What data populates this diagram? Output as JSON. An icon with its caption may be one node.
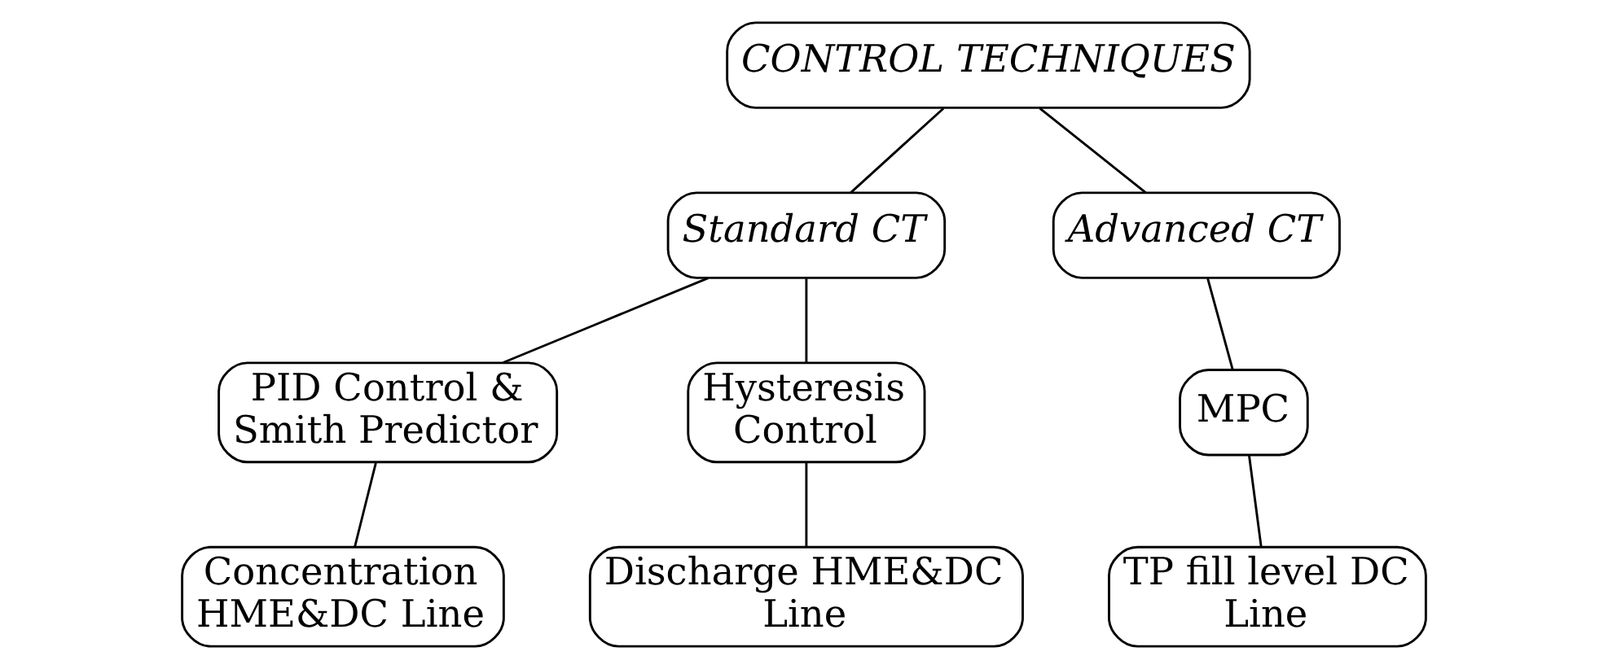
{
  "diagram": {
    "nodes": [
      {
        "text": [
          "CONTROL TECHNIQUES"
        ]
      },
      {
        "text": [
          "Standard CT"
        ]
      },
      {
        "text": [
          "Advanced CT"
        ]
      },
      {
        "text": [
          "PID Control & Smith Predictor"
        ]
      },
      {
        "text": [
          "Hysteresis Control"
        ]
      },
      {
        "text": [
          "MPC"
        ]
      },
      {
        "text": [
          "Concentration HME&DC Line"
        ]
      },
      {
        "text": [
          "Discharge HME&DC Line"
        ]
      },
      {
        "text": [
          "TP fill level DC Line"
        ]
      }
    ],
    "edges": [
      {
        "from": 0,
        "to": 1,
        "arrow": "none"
      },
      {
        "from": 0,
        "to": 2,
        "arrow": "none"
      },
      {
        "from": 1,
        "to": 3,
        "arrow": "none"
      },
      {
        "from": 1,
        "to": 4,
        "arrow": "none"
      },
      {
        "from": 2,
        "to": 5,
        "arrow": "none"
      },
      {
        "from": 3,
        "to": 6,
        "arrow": "none"
      },
      {
        "from": 4,
        "to": 7,
        "arrow": "none"
      },
      {
        "from": 5,
        "to": 8,
        "arrow": "none"
      }
    ]
  }
}
